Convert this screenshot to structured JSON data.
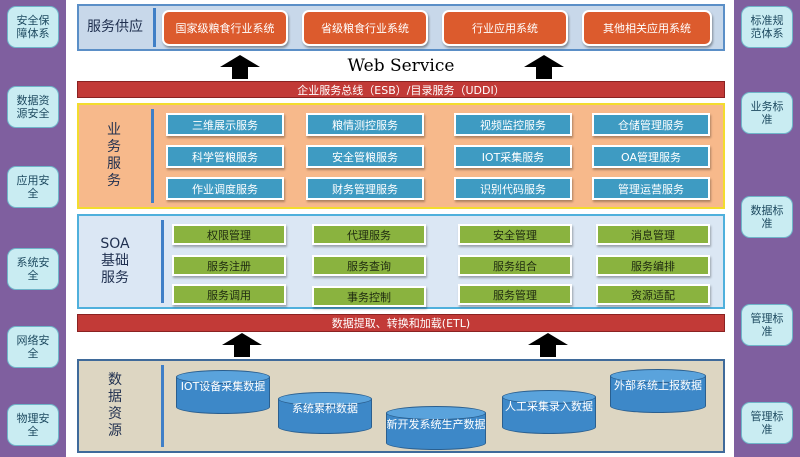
{
  "left_column": [
    "安全保障体系",
    "数据资源安全",
    "应用安全",
    "系统安全",
    "网络安全",
    "物理安全"
  ],
  "right_column": [
    "标准规范体系",
    "业务标准",
    "数据标准",
    "管理标准",
    "管理标准"
  ],
  "service_supply": {
    "label": "服务供应",
    "items": [
      "国家级粮食行业系统",
      "省级粮食行业系统",
      "行业应用系统",
      "其他相关应用系统"
    ]
  },
  "web_service": "Web Service",
  "esb_bar": "企业服务总线（ESB）/目录服务（UDDI）",
  "business_services": {
    "label": "业务服务",
    "items": [
      "三维展示服务",
      "粮情测控服务",
      "视频监控服务",
      "仓储管理服务",
      "科学管粮服务",
      "安全管粮服务",
      "IOT采集服务",
      "OA管理服务",
      "作业调度服务",
      "财务管理服务",
      "识别代码服务",
      "管理运营服务"
    ]
  },
  "soa_services": {
    "label": "SOA基础服务",
    "items": [
      "权限管理",
      "代理服务",
      "安全管理",
      "消息管理",
      "服务注册",
      "服务查询",
      "服务组合",
      "服务编排",
      "服务调用",
      "事务控制",
      "服务管理",
      "资源适配"
    ]
  },
  "etl_bar": "数据提取、转换和加载(ETL)",
  "data_resources": {
    "label": "数据资源",
    "items": [
      "IOT设备采集数据",
      "系统累积数据",
      "新开发系统生产数据",
      "人工采集录入数据",
      "外部系统上报数据"
    ]
  },
  "colors": {
    "sidebar": "#7f5f9f",
    "pill": "#c9ecf2",
    "service_box": "#dc5b2d",
    "business_box": "#3e9bc2",
    "soa_box": "#8ab33f",
    "bar": "#c23a37",
    "database": "#3d88c8"
  }
}
